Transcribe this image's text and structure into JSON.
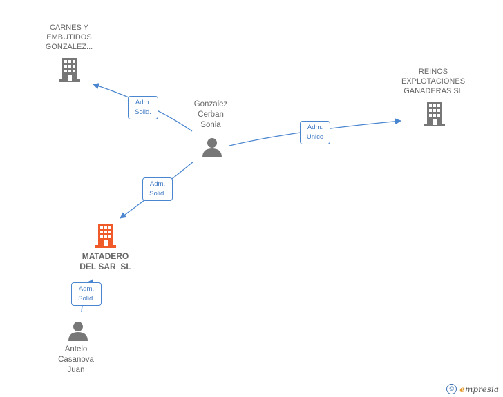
{
  "nodes": {
    "carnes": {
      "label": "CARNES Y\nEMBUTIDOS\nGONZALEZ..."
    },
    "reinos": {
      "label": "REINOS\nEXPLOTACIONES\nGANADERAS SL"
    },
    "gonzalez": {
      "label": "Gonzalez\nCerban\nSonia"
    },
    "matadero": {
      "label": "MATADERO\nDEL SAR  SL"
    },
    "antelo": {
      "label": "Antelo\nCasanova\nJuan"
    }
  },
  "edges": {
    "gonzalez_carnes": {
      "line1": "Adm.",
      "line2": "Solid."
    },
    "gonzalez_reinos": {
      "line1": "Adm.",
      "line2": "Unico"
    },
    "gonzalez_matadero": {
      "line1": "Adm.",
      "line2": "Solid."
    },
    "antelo_matadero": {
      "line1": "Adm.",
      "line2": "Solid."
    }
  },
  "footer": {
    "copyright": "©",
    "brand_initial": "e",
    "brand_rest": "mpresia"
  },
  "colors": {
    "building": "#777777",
    "building_highlight": "#f05a28",
    "person": "#777777",
    "edge": "#4a86cf"
  }
}
